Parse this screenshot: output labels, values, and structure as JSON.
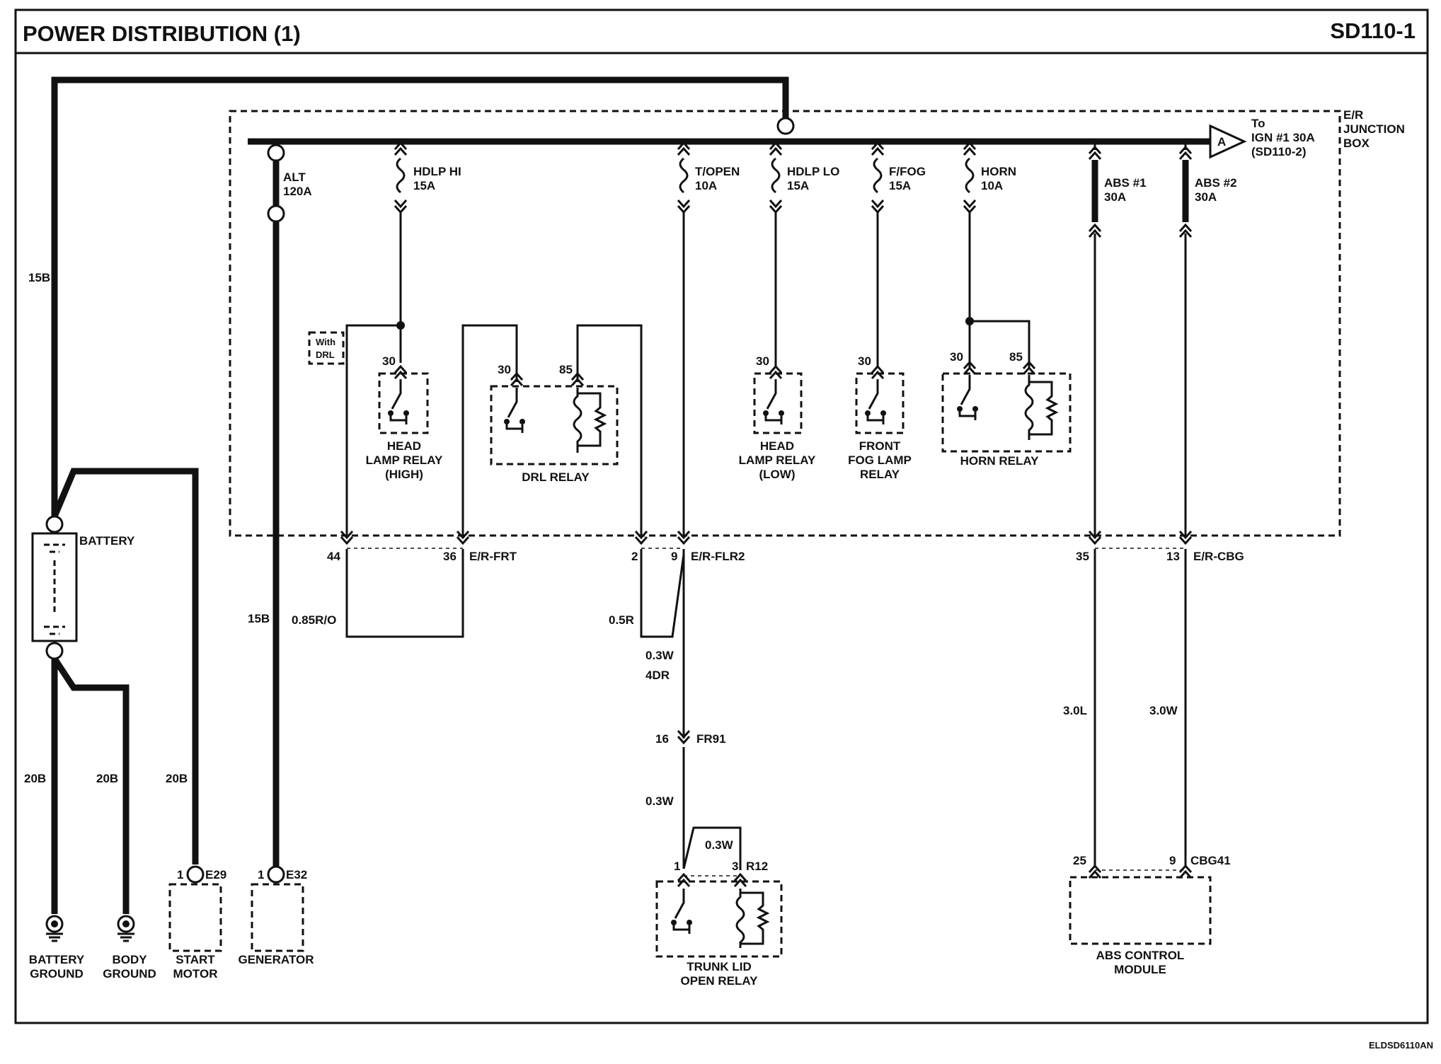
{
  "header": {
    "title": "POWER DISTRIBUTION (1)",
    "page_code": "SD110-1"
  },
  "footer": {
    "code": "ELDSD6110AN"
  },
  "junction_box": {
    "line1": "E/R",
    "line2": "JUNCTION",
    "line3": "BOX"
  },
  "connector_a": {
    "letter": "A",
    "line1": "To",
    "line2": "IGN #1 30A",
    "line3": "(SD110-2)"
  },
  "fuses": [
    {
      "id": "alt",
      "name": "ALT",
      "rating": "120A"
    },
    {
      "id": "hdlp-hi",
      "name": "HDLP HI",
      "rating": "15A"
    },
    {
      "id": "t-open",
      "name": "T/OPEN",
      "rating": "10A"
    },
    {
      "id": "hdlp-lo",
      "name": "HDLP LO",
      "rating": "15A"
    },
    {
      "id": "f-fog",
      "name": "F/FOG",
      "rating": "15A"
    },
    {
      "id": "horn",
      "name": "HORN",
      "rating": "10A"
    },
    {
      "id": "abs1",
      "name": "ABS #1",
      "rating": "30A"
    },
    {
      "id": "abs2",
      "name": "ABS #2",
      "rating": "30A"
    }
  ],
  "relays": {
    "head_high": {
      "line1": "HEAD",
      "line2": "LAMP RELAY",
      "line3": "(HIGH)",
      "pin_a": "30"
    },
    "drl": {
      "label": "DRL RELAY",
      "pin_a": "30",
      "pin_b": "85"
    },
    "head_low": {
      "line1": "HEAD",
      "line2": "LAMP RELAY",
      "line3": "(LOW)",
      "pin_a": "30"
    },
    "front_fog": {
      "line1": "FRONT",
      "line2": "FOG LAMP",
      "line3": "RELAY",
      "pin_a": "30"
    },
    "horn": {
      "label": "HORN RELAY",
      "pin_a": "30",
      "pin_b": "85"
    },
    "trunk": {
      "line1": "TRUNK LID",
      "line2": "OPEN RELAY"
    }
  },
  "with_drl": {
    "line1": "With",
    "line2": "DRL"
  },
  "connectors": {
    "er_frt": "E/R-FRT",
    "er_flr2": "E/R-FLR2",
    "er_cbg": "E/R-CBG",
    "fr91": "FR91",
    "r12": "R12",
    "cbg41": "CBG41",
    "e29": "E29",
    "e32": "E32",
    "pin_44": "44",
    "pin_36": "36",
    "pin_2": "2",
    "pin_9": "9",
    "pin_35": "35",
    "pin_13": "13",
    "pin_16": "16",
    "pin_1a": "1",
    "pin_3": "3",
    "pin_25": "25",
    "pin_9b": "9",
    "pin_1b": "1",
    "pin_1c": "1"
  },
  "wires": {
    "w15b_top": "15B",
    "w15b_gen": "15B",
    "w085ro": "0.85R/O",
    "w05r": "0.5R",
    "w03w_a": "0.3W",
    "w4dr": "4DR",
    "w03w_b": "0.3W",
    "w03w_c": "0.3W",
    "w30l": "3.0L",
    "w30w": "3.0W",
    "w20b_a": "20B",
    "w20b_b": "20B",
    "w20b_c": "20B"
  },
  "components": {
    "battery": "BATTERY",
    "battery_ground": {
      "line1": "BATTERY",
      "line2": "GROUND"
    },
    "body_ground": {
      "line1": "BODY",
      "line2": "GROUND"
    },
    "start_motor": {
      "line1": "START",
      "line2": "MOTOR"
    },
    "generator": "GENERATOR",
    "abs_module": {
      "line1": "ABS CONTROL",
      "line2": "MODULE"
    }
  }
}
